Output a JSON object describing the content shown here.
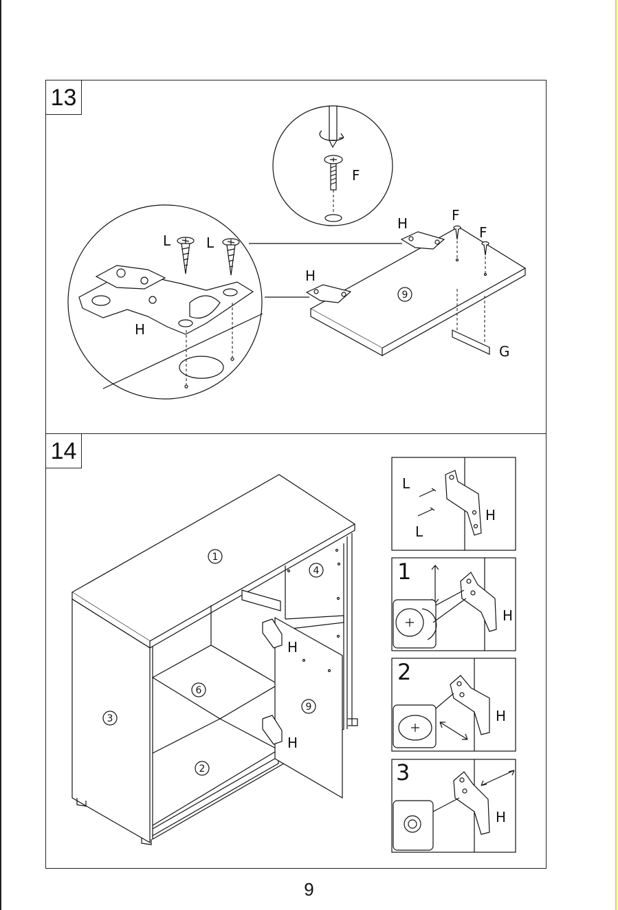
{
  "steps": {
    "step13": "13",
    "step14": "14"
  },
  "labels": {
    "F": "F",
    "H": "H",
    "L": "L",
    "G": "G"
  },
  "parts": {
    "p1": "1",
    "p2": "2",
    "p3": "3",
    "p4": "4",
    "p6": "6",
    "p9": "9"
  },
  "adjust": {
    "a1": "1",
    "a2": "2",
    "a3": "3"
  },
  "page_number": "9"
}
